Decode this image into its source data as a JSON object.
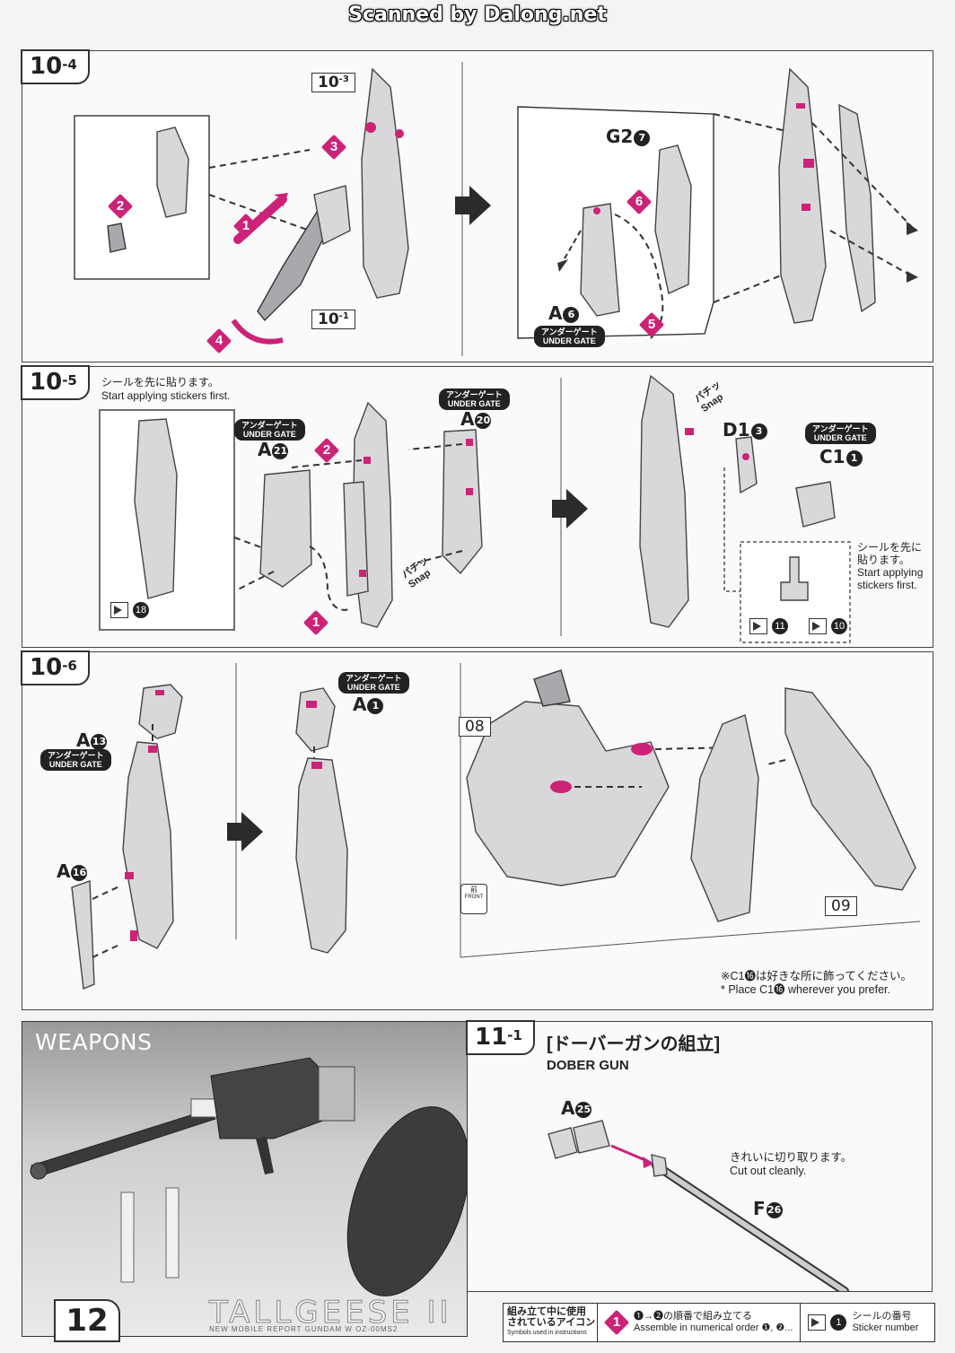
{
  "header": {
    "scan_text": "Scanned by Dalong.net"
  },
  "step_10_4": {
    "tag_main": "10",
    "tag_sub": "-4",
    "ref_top": {
      "main": "10",
      "sub": "-3"
    },
    "ref_bottom": {
      "main": "10",
      "sub": "-1"
    },
    "part_g2": {
      "code": "G2",
      "num": "7"
    },
    "part_a6": {
      "code": "A",
      "num": "6"
    },
    "under_gate": {
      "ja": "アンダーゲート",
      "en": "UNDER GATE"
    },
    "steps": [
      "1",
      "2",
      "3",
      "4",
      "5",
      "6"
    ]
  },
  "step_10_5": {
    "tag_main": "10",
    "tag_sub": "-5",
    "note_ja": "シールを先に貼ります。",
    "note_en": "Start applying stickers first.",
    "part_a21": {
      "code": "A",
      "num": "21"
    },
    "part_a20": {
      "code": "A",
      "num": "20"
    },
    "part_d1": {
      "code": "D1",
      "num": "3"
    },
    "part_c1": {
      "code": "C1",
      "num": "1"
    },
    "under_gate": {
      "ja": "アンダーゲート",
      "en": "UNDER GATE"
    },
    "snap_ja": "パチッ",
    "snap_en": "Snap",
    "sticker_left": "18",
    "note2_ja_1": "シールを先に",
    "note2_ja_2": "貼ります。",
    "note2_en_1": "Start applying",
    "note2_en_2": "stickers first.",
    "sticker_a": "11",
    "sticker_b": "10",
    "steps": [
      "1",
      "2"
    ]
  },
  "step_10_6": {
    "tag_main": "10",
    "tag_sub": "-6",
    "part_a13": {
      "code": "A",
      "num": "13"
    },
    "part_a16": {
      "code": "A",
      "num": "16"
    },
    "part_a1": {
      "code": "A",
      "num": "1"
    },
    "under_gate": {
      "ja": "アンダーゲート",
      "en": "UNDER GATE"
    },
    "ref_08": "08",
    "ref_09": "09",
    "front_ja": "前",
    "front_en": "FRONT",
    "note_ja": "※C1⓰は好きな所に飾ってください。",
    "note_en": "* Place C1⓰ wherever you prefer."
  },
  "weapons": {
    "title": "WEAPONS",
    "brand": "TALLGEESE II",
    "brand_sub": "NEW MOBILE REPORT GUNDAM W OZ-00MS2"
  },
  "step_11_1": {
    "tag_main": "11",
    "tag_sub": "-1",
    "title_ja": "[ドーバーガンの組立]",
    "title_en": "DOBER GUN",
    "part_a25": {
      "code": "A",
      "num": "25"
    },
    "part_f26": {
      "code": "F",
      "num": "26"
    },
    "note_ja": "きれいに切り取ります。",
    "note_en": "Cut out cleanly."
  },
  "footer": {
    "page_number": "12",
    "legend_title_1": "組み立て中に使用",
    "legend_title_2": "されているアイコン",
    "legend_title_en": "Symbols used in instructions",
    "legend_step_num": "1",
    "legend_step_ja": "❶→❷の順番で組み立てる",
    "legend_step_en": "Assemble in numerical order ❶, ❷...",
    "legend_sticker_num": "1",
    "legend_sticker_ja": "シールの番号",
    "legend_sticker_en": "Sticker number"
  },
  "colors": {
    "accent": "#cc2277",
    "ink": "#222222",
    "panel_bg": "#fafafa"
  }
}
